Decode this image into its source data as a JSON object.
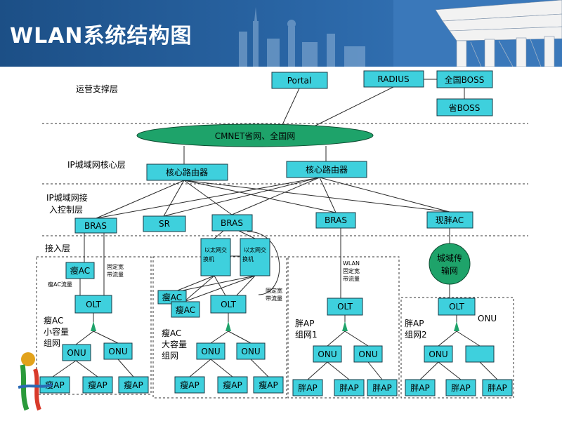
{
  "title": "WLAN系统结构图",
  "layers": {
    "ops": "运营支撑层",
    "core": "IP城域网核心层",
    "access_ctrl_1": "IP城域网接",
    "access_ctrl_2": "入控制层",
    "access": "接入层"
  },
  "nodes": {
    "portal": "Portal",
    "radius": "RADIUS",
    "national_boss": "全国BOSS",
    "prov_boss": "省BOSS",
    "cmnet": "CMNET省网、全国网",
    "core_router_1": "核心路由器",
    "core_router_2": "核心路由器",
    "bras_1": "BRAS",
    "sr": "SR",
    "bras_2": "BRAS",
    "bras_3": "BRAS",
    "fat_ac": "现胖AC",
    "metro": "城域传输网",
    "metro_l1": "城域传",
    "metro_l2": "输网",
    "g1_ac": "瘦AC",
    "g1_olt": "OLT",
    "g1_onu1": "ONU",
    "g1_onu2": "ONU",
    "g1_ap1": "瘦AP",
    "g1_ap2": "瘦AP",
    "g1_ap3": "瘦AP",
    "g2_sw1_l1": "以太网交",
    "g2_sw1_l2": "换机",
    "g2_sw2_l1": "以太网交",
    "g2_sw2_l2": "换机",
    "g2_ac1": "瘦AC",
    "g2_ac2": "瘦AC",
    "g2_olt": "OLT",
    "g2_onu1": "ONU",
    "g2_onu2": "ONU",
    "g2_ap1": "瘦AP",
    "g2_ap2": "瘦AP",
    "g2_ap3": "瘦AP",
    "g3_olt": "OLT",
    "g3_onu1": "ONU",
    "g3_onu2": "ONU",
    "g3_ap1": "胖AP",
    "g3_ap2": "胖AP",
    "g3_ap3": "胖AP",
    "g4_olt": "OLT",
    "g4_onu1": "ONU",
    "g4_onu_label": "ONU",
    "g4_ap1": "胖AP",
    "g4_ap2": "胖AP",
    "g4_ap3": "胖AP"
  },
  "notes": {
    "g1_fixed_1": "固定宽",
    "g1_fixed_2": "带流量",
    "g1_ac_traffic": "瘦AC流量",
    "g1_name_1": "瘦AC",
    "g1_name_2": "小容量",
    "g1_name_3": "组网",
    "g2_fixed_1": "固定宽",
    "g2_fixed_2": "带流量",
    "g2_name_1": "瘦AC",
    "g2_name_2": "大容量",
    "g2_name_3": "组网",
    "g3_wlan": "WLAN",
    "g3_fixed_1": "固定宽",
    "g3_fixed_2": "带流量",
    "g3_name_1": "胖AP",
    "g3_name_2": "组网1",
    "g4_name_1": "胖AP",
    "g4_name_2": "组网2"
  },
  "colors": {
    "node": "#3ed0dd",
    "metro": "#1ea36a",
    "header": "#2a66a6"
  }
}
